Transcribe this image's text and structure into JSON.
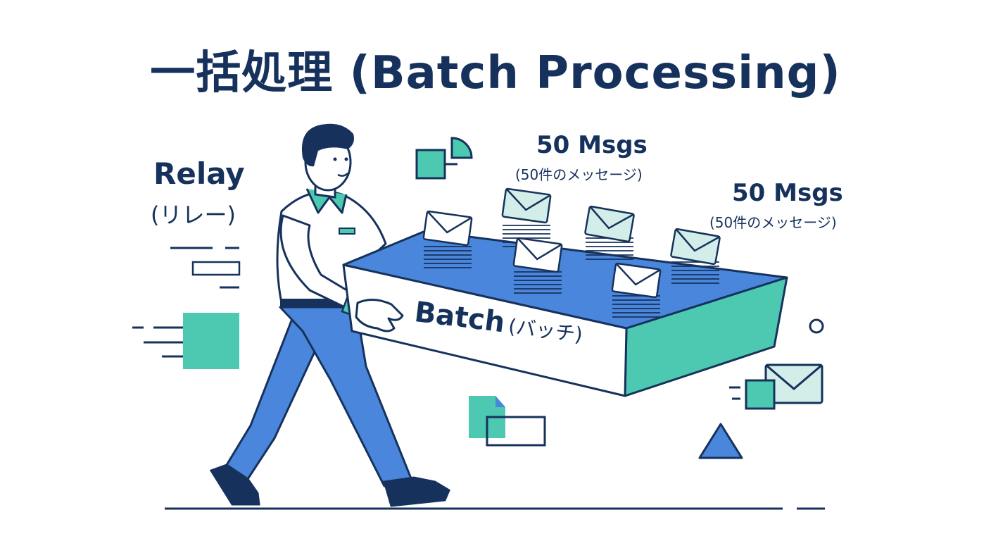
{
  "title": "一括処理 (Batch Processing)",
  "relay": {
    "title": "Relay",
    "subtitle": "(リレー)"
  },
  "message_group_a": {
    "title": "50 Msgs",
    "subtitle": "(50件のメッセージ)"
  },
  "message_group_b": {
    "title": "50 Msgs",
    "subtitle": "(50件のメッセージ)"
  },
  "batch_box": {
    "label": "Batch",
    "label_jp": "(バッチ)"
  },
  "colors": {
    "navy": "#16325c",
    "teal": "#4cc9b0",
    "pale_teal": "#d3eee8",
    "blue": "#4a86dc",
    "white": "#ffffff"
  },
  "icons": [
    "envelope-icon",
    "document-icon",
    "circle-shape",
    "triangle-shape",
    "square-shape",
    "pie-shape"
  ]
}
